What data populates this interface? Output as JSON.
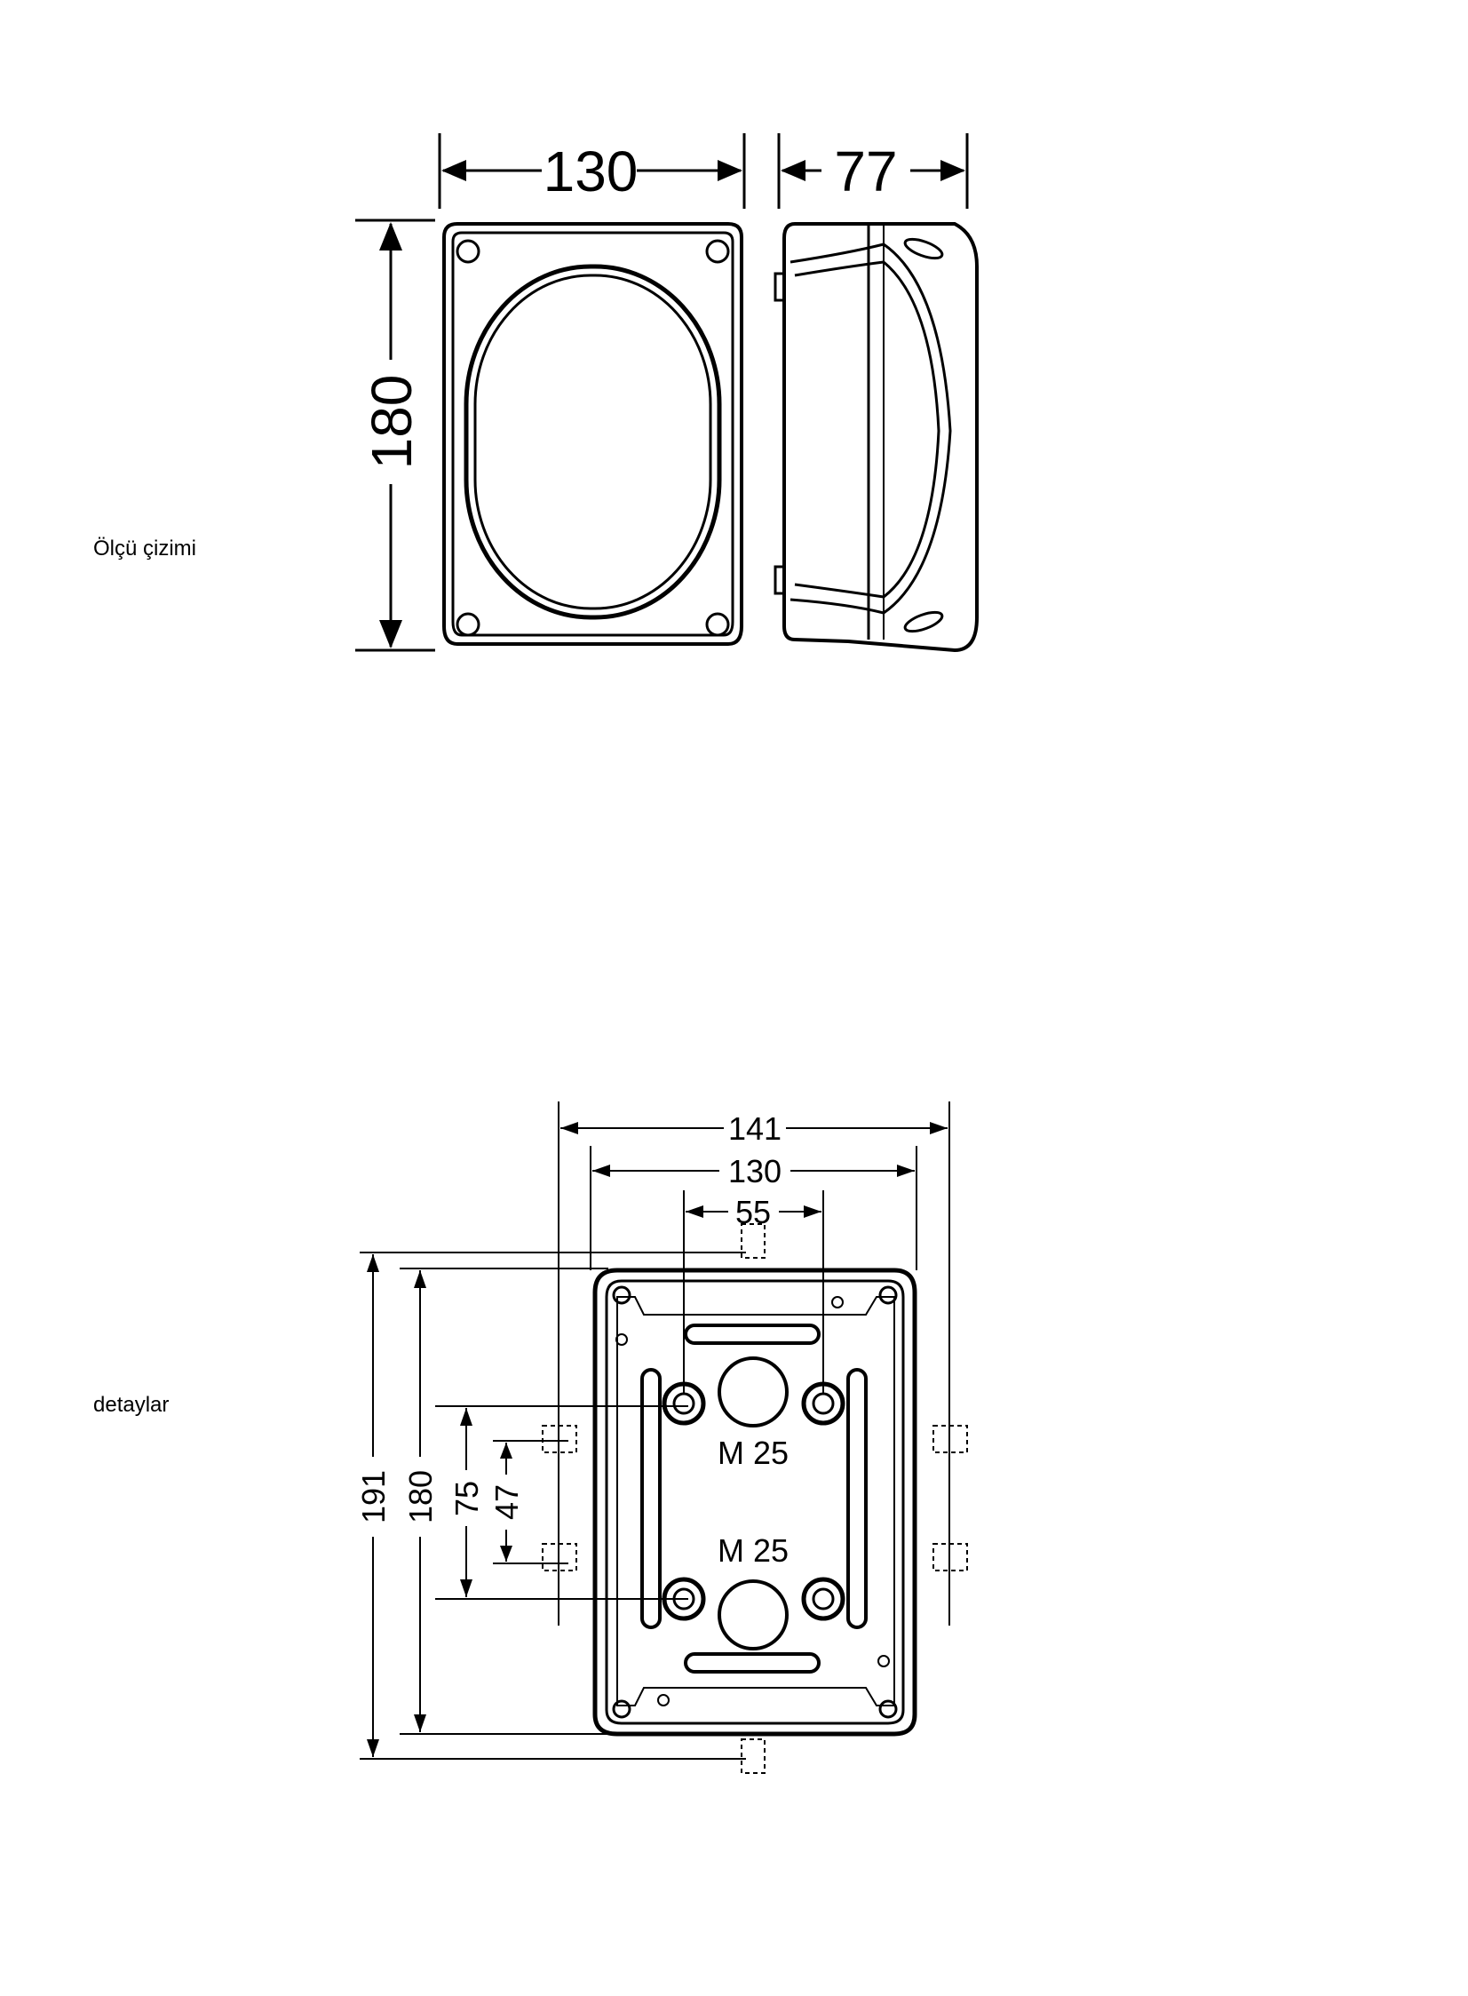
{
  "labels": {
    "measure_drawing": "Ölçü çizimi",
    "details": "detaylar"
  },
  "top_drawing": {
    "width_dim": "130",
    "depth_dim": "77",
    "height_dim": "180"
  },
  "bottom_drawing": {
    "overall_width_dim": "141",
    "width_dim": "130",
    "hole_spacing_dim": "55",
    "overall_height_dim": "191",
    "height_dim": "180",
    "mount_spacing_dim": "75",
    "inner_spacing_dim": "47",
    "entry_top": "M 25",
    "entry_bottom": "M 25"
  },
  "colors": {
    "line": "#000000",
    "background": "#ffffff"
  }
}
